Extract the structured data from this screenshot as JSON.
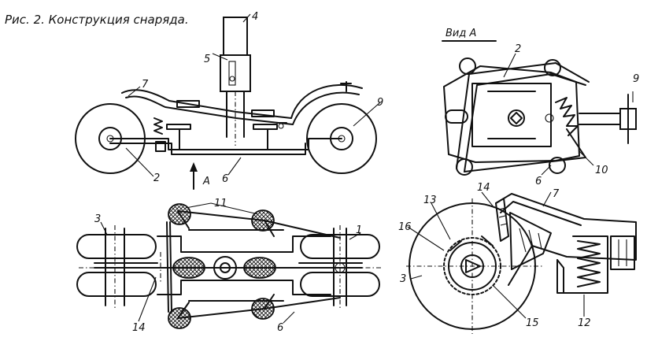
{
  "caption": "Рис. 2. Конструкция снаряда.",
  "view_label": "Вид А",
  "arrow_label": "А",
  "labels": {
    "side": [
      "4",
      "5",
      "7",
      "9",
      "2",
      "6"
    ],
    "view_a": [
      "2",
      "9",
      "10",
      "6"
    ],
    "top": [
      "11",
      "3",
      "1",
      "14",
      "6"
    ],
    "detail": [
      "14",
      "7",
      "13",
      "16",
      "3",
      "15",
      "12"
    ]
  }
}
